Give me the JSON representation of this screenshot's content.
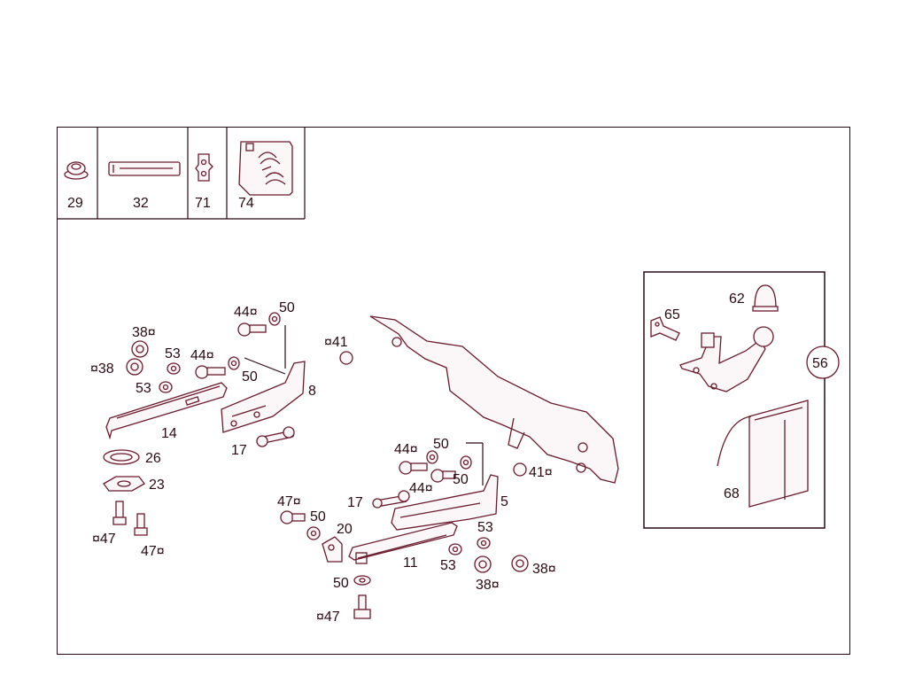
{
  "header_parts": [
    {
      "number": "29",
      "icon": "grommet-icon"
    },
    {
      "number": "32",
      "icon": "label-strip-icon"
    },
    {
      "number": "71",
      "icon": "clip-icon"
    },
    {
      "number": "74",
      "icon": "instruction-sheet-icon"
    }
  ],
  "callouts": {
    "c38a": "38¤",
    "c38b": "¤38",
    "c53a": "53",
    "c53b": "53",
    "c44a": "44¤",
    "c44b": "44¤",
    "c50a": "50",
    "c50b": "50",
    "c8": "8",
    "c41a": "¤41",
    "c14": "14",
    "c17a": "17",
    "c26": "26",
    "c23": "23",
    "c47a": "¤47",
    "c47b": "47¤",
    "c44c": "44¤",
    "c50c": "50",
    "c44d": "44¤",
    "c50d": "50",
    "c41b": "41¤",
    "c5": "5",
    "c17b": "17",
    "c47c": "47¤",
    "c50e": "50",
    "c20": "20",
    "c11": "11",
    "c53c": "53",
    "c53d": "53",
    "c38c": "38¤",
    "c38d": "38¤",
    "c50f": "50",
    "c47d": "¤47"
  },
  "inset": {
    "group_number": "56",
    "labels": {
      "c62": "62",
      "c65": "65",
      "c68": "68"
    }
  },
  "colors": {
    "line": "#6b1a2c",
    "text": "#2a0a12",
    "background": "#ffffff"
  }
}
